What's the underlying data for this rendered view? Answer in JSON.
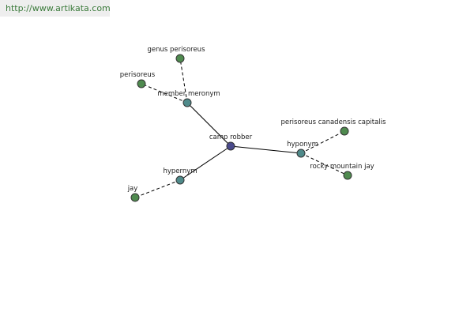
{
  "watermark": {
    "text": "http://www.artikata.com"
  },
  "colors": {
    "center": "#4a4a8c",
    "relation": "#4f8a8a",
    "leaf": "#4f8a4f"
  },
  "graph": {
    "nodes": [
      {
        "id": "camp-robber",
        "label": "camp robber",
        "kind": "center"
      },
      {
        "id": "member-meronym",
        "label": "member meronym",
        "kind": "relation"
      },
      {
        "id": "hyponym",
        "label": "hyponym",
        "kind": "relation"
      },
      {
        "id": "hypernym",
        "label": "hypernym",
        "kind": "relation"
      },
      {
        "id": "genus-perisoreus",
        "label": "genus perisoreus",
        "kind": "leaf"
      },
      {
        "id": "perisoreus",
        "label": "perisoreus",
        "kind": "leaf"
      },
      {
        "id": "perisoreus-canadensis-capitalis",
        "label": "perisoreus canadensis capitalis",
        "kind": "leaf"
      },
      {
        "id": "rocky-mountain-jay",
        "label": "rocky mountain jay",
        "kind": "leaf"
      },
      {
        "id": "jay",
        "label": "jay",
        "kind": "leaf"
      }
    ],
    "edges": [
      {
        "from": "camp-robber",
        "to": "member-meronym",
        "style": "solid"
      },
      {
        "from": "camp-robber",
        "to": "hyponym",
        "style": "solid"
      },
      {
        "from": "camp-robber",
        "to": "hypernym",
        "style": "solid"
      },
      {
        "from": "member-meronym",
        "to": "genus-perisoreus",
        "style": "dashed"
      },
      {
        "from": "member-meronym",
        "to": "perisoreus",
        "style": "dashed"
      },
      {
        "from": "hyponym",
        "to": "perisoreus-canadensis-capitalis",
        "style": "dashed"
      },
      {
        "from": "hyponym",
        "to": "rocky-mountain-jay",
        "style": "dashed"
      },
      {
        "from": "hypernym",
        "to": "jay",
        "style": "dashed"
      }
    ]
  }
}
